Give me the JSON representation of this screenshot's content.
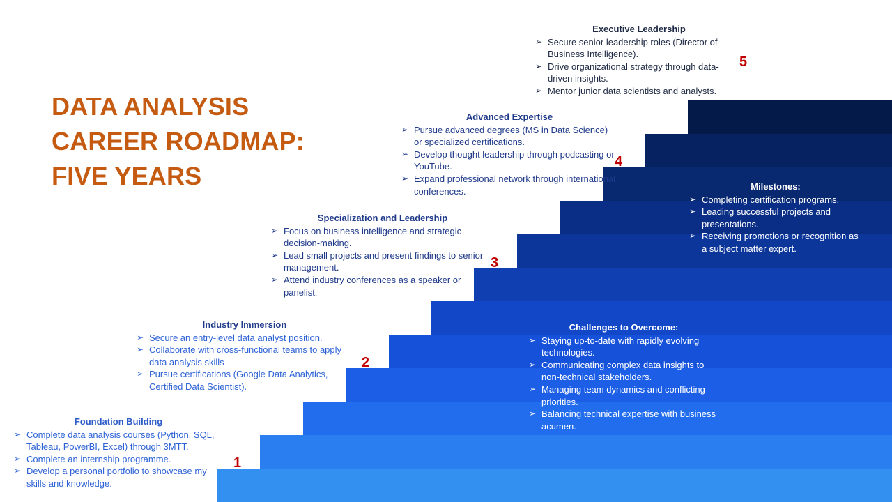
{
  "title": {
    "lines": [
      "DATA ANALYSIS",
      "CAREER ROADMAP:",
      "FIVE YEARS"
    ]
  },
  "steps_colors": [
    "#3390f0",
    "#2b7ef0",
    "#226ded",
    "#1c5fe6",
    "#1652d9",
    "#1248c8",
    "#0f3fb0",
    "#0c369a",
    "#0a2e85",
    "#082870",
    "#062260",
    "#041a48"
  ],
  "stages": [
    {
      "number": "1",
      "heading": "Foundation Building",
      "items": [
        "Complete data analysis courses (Python, SQL, Tableau, PowerBI, Excel) through 3MTT.",
        "Complete an internship programme.",
        "Develop a personal portfolio to showcase my skills and knowledge."
      ]
    },
    {
      "number": "2",
      "heading": "Industry Immersion",
      "items": [
        "Secure an entry-level data analyst position.",
        "Collaborate with cross-functional teams to apply data analysis skills",
        "Pursue certifications (Google Data Analytics, Certified Data Scientist)."
      ]
    },
    {
      "number": "3",
      "heading": "Specialization and Leadership",
      "items": [
        "Focus on business intelligence and strategic decision-making.",
        "Lead small projects and present findings to senior management.",
        "Attend industry conferences as a speaker or panelist."
      ]
    },
    {
      "number": "4",
      "heading": "Advanced Expertise",
      "items": [
        "Pursue advanced degrees (MS in Data Science) or specialized certifications.",
        "Develop thought leadership through podcasting or YouTube.",
        "Expand professional network through international conferences."
      ]
    },
    {
      "number": "5",
      "heading": "Executive Leadership",
      "items": [
        "Secure senior leadership roles (Director of Business Intelligence).",
        "Drive organizational strategy through data-driven insights.",
        "Mentor junior data scientists and analysts."
      ]
    }
  ],
  "milestones": {
    "heading": "Milestones:",
    "items": [
      "Completing certification programs.",
      "Leading successful projects and presentations.",
      "Receiving promotions or recognition as a subject matter expert."
    ]
  },
  "challenges": {
    "heading": "Challenges to Overcome:",
    "items": [
      "Staying up-to-date with rapidly evolving technologies.",
      "Communicating complex data insights to non-technical stakeholders.",
      "Managing team dynamics and conflicting priorities.",
      "Balancing technical expertise with business acumen."
    ]
  },
  "bullet_icon": "arrow-bullet-icon"
}
